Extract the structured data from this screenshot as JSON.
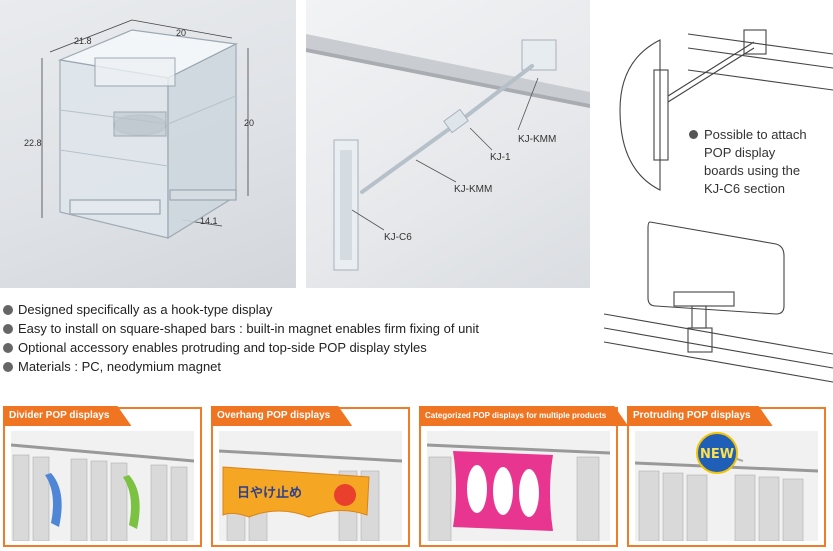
{
  "photo_main": {
    "dimensions": [
      "21.8",
      "20",
      "22.8",
      "20",
      "14.1"
    ]
  },
  "assembly": {
    "labels": [
      "KJ-KMM",
      "KJ-1",
      "KJ-KMM",
      "KJ-C6"
    ]
  },
  "side_note": {
    "lines": [
      "Possible to attach",
      "POP display",
      "boards using the",
      "KJ-C6 section"
    ]
  },
  "features": [
    "Designed specifically as a hook-type display",
    "Easy to install on square-shaped bars : built-in magnet enables firm fixing of unit",
    "Optional accessory enables protruding and top-side POP display styles",
    "Materials : PC, neodymium magnet"
  ],
  "cards": [
    {
      "title": "Divider POP displays"
    },
    {
      "title": "Overhang POP displays",
      "sign_text": "日やけ止め"
    },
    {
      "title": "Categorized POP displays for multiple products"
    },
    {
      "title": "Protruding POP displays",
      "badge_text": "NEW"
    }
  ],
  "colors": {
    "accent": "#ef7522",
    "divider_tag_blue": "#4f86d6",
    "divider_tag_green": "#7cc242",
    "overhang_sign": "#f5a623",
    "category_sign": "#e8358f",
    "new_badge": "#1f5fb8"
  }
}
